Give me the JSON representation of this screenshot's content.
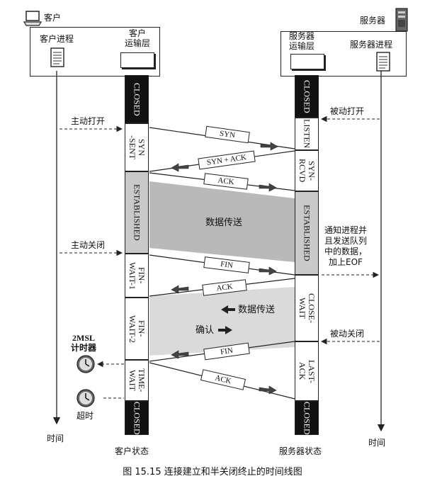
{
  "header": {
    "client_title": "客户",
    "client_process": "客户进程",
    "client_transport": "客户\n运输层",
    "server_title": "服务器",
    "server_transport": "服务器\n运输层",
    "server_process": "服务器进程"
  },
  "client_states": [
    "CLOSED",
    "SYN\n-SENT",
    "ESTABLISHED",
    "FIN-\nWAIT-1",
    "FIN-\nWAIT-2",
    "TIME-\nWAIT",
    "CLOSED"
  ],
  "server_states": [
    "CLOSED",
    "LISTEN",
    "SYN-\nRCVD",
    "ESTABLISHED",
    "CLOSE-\nWAIT",
    "LAST-\nACK",
    "CLOSED"
  ],
  "left_events": {
    "active_open": "主动打开",
    "active_close": "主动关闭",
    "timer": "2MSL\n计时器",
    "timeout": "超时",
    "time": "时间"
  },
  "right_events": {
    "passive_open": "被动打开",
    "notify": "通知进程并\n且发送队列\n中的数据，\n加上EOF",
    "passive_close": "被动关闭",
    "time": "时间"
  },
  "segments": {
    "syn": "SYN",
    "syn_ack": "SYN + ACK",
    "ack1": "ACK",
    "fin1": "FIN",
    "ack2": "ACK",
    "fin2": "FIN",
    "ack3": "ACK"
  },
  "areas": {
    "data_transfer": "数据传送",
    "data_transfer2": "数据传送",
    "confirm": "确认"
  },
  "footer": {
    "client_state_label": "客户状态",
    "server_state_label": "服务器状态",
    "caption": "图 15.15    连接建立和半关闭终止的时间线图"
  },
  "colors": {
    "gray_area": "#bdbdbd",
    "light_gray_area": "#d8d8d8",
    "black_state": "#111111"
  }
}
